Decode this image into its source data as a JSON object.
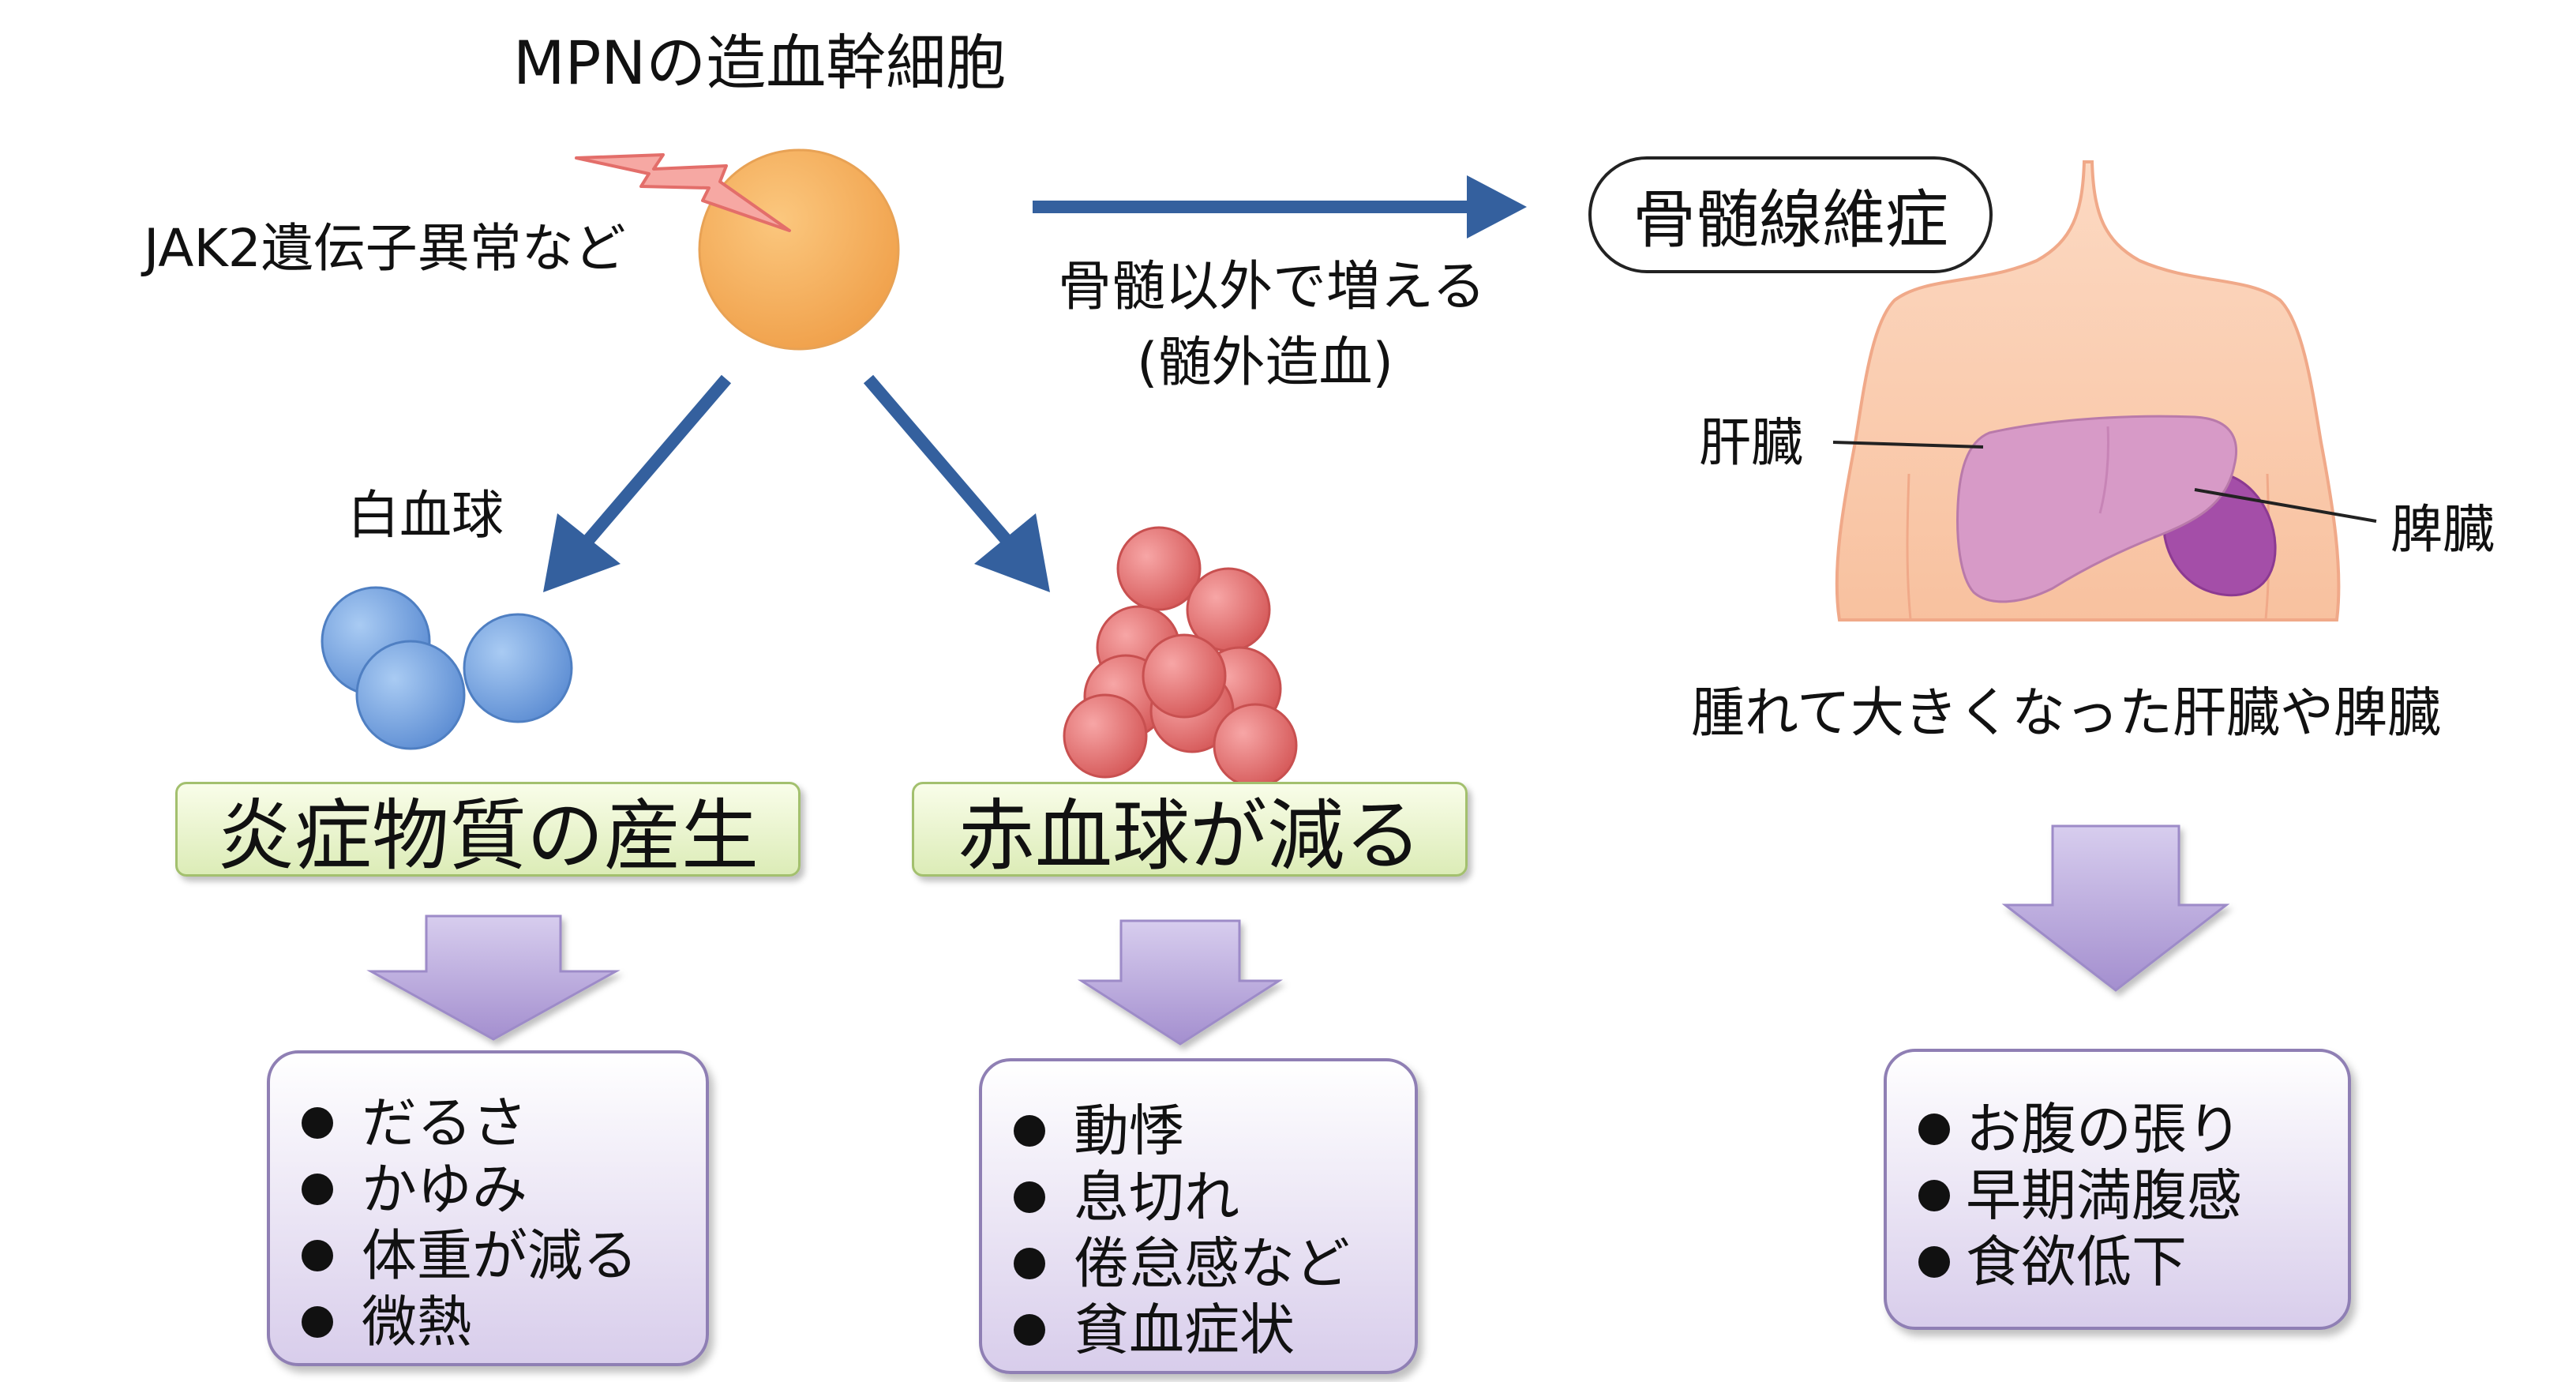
{
  "title": "MPNの造血幹細胞",
  "labels": {
    "cause": "JAK2遺伝子異常など",
    "extramedullary_line1": "骨髄以外で増える",
    "extramedullary_line2": "(髄外造血)",
    "white_blood_cells": "白血球",
    "liver": "肝臓",
    "spleen": "脾臓",
    "enlarged_organs": "腫れて大きくなった肝臓や脾臓"
  },
  "branches": {
    "inflammation": {
      "heading": "炎症物質の産生",
      "symptoms": [
        "だるさ",
        "かゆみ",
        "体重が減る",
        "微熱"
      ]
    },
    "anemia": {
      "heading": "赤血球が減る",
      "symptoms": [
        "動悸",
        "息切れ",
        "倦怠感など",
        "貧血症状"
      ]
    },
    "fibrosis": {
      "heading": "骨髄線維症",
      "symptoms": [
        "お腹の張り",
        "早期満腹感",
        "食欲低下"
      ]
    }
  },
  "colors": {
    "stem_cell": "#f4a853",
    "lightning": "#f28b82",
    "arrow_blue": "#34609e",
    "wbc_blue": "#7aaae6",
    "rbc_red": "#e87a7a",
    "skin": "#f9c8a8",
    "liver": "#d89ac8",
    "spleen": "#a44ea8",
    "green_box": "#dcecb7",
    "purple_arrow": "#b8a6d8",
    "purple_box": "#d8cdeb"
  }
}
